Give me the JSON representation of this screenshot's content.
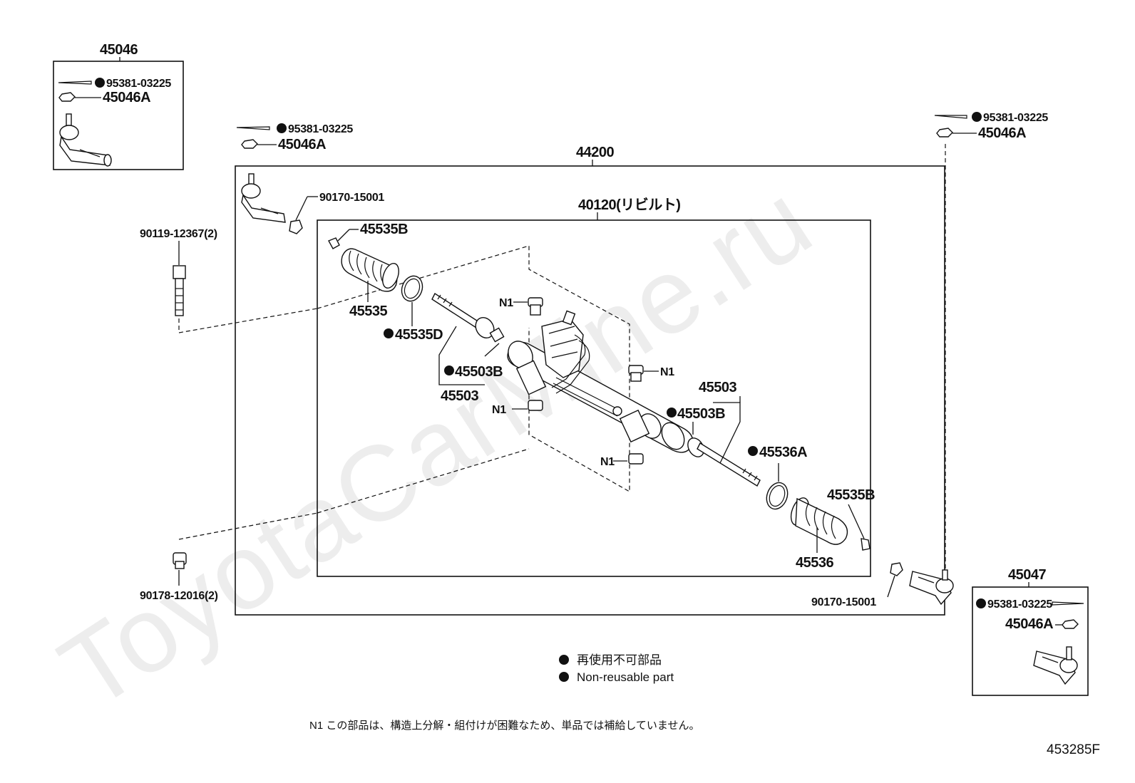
{
  "watermark": "ToyotaCarMine.ru",
  "reference_code": "453285F",
  "assemblies": {
    "outer_box": "44200",
    "inner_box": "40120(リビルト)",
    "left_tie_rod_box": "45046",
    "right_tie_rod_box": "45047"
  },
  "labels": {
    "cotter_pin": "95381-03225",
    "nut": "45046A",
    "nut_side": "90170-15001",
    "bolt": "90119-12367(2)",
    "bushing": "90178-12016(2)",
    "clip": "45535B",
    "boot_left": "45535",
    "band_left": "45535D",
    "rod_end_washer": "45503B",
    "tie_rod_assy": "45503",
    "band_right": "45536A",
    "boot_right": "45536",
    "n1": "N1"
  },
  "legend": {
    "jp": "再使用不可部品",
    "en": "Non-reusable part"
  },
  "note": "N1 この部品は、構造上分解・組付けが困難なため、単品では補給していません。",
  "colors": {
    "ink": "#111111",
    "watermark": "#d8d8d8"
  }
}
